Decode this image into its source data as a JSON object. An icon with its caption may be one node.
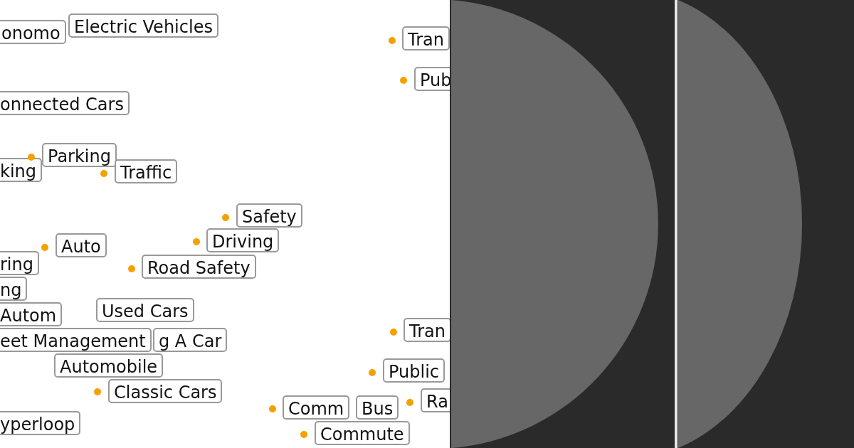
{
  "diagram": {
    "nodes": [
      {
        "text": [
          "onomo"
        ]
      },
      {
        "text": [
          "Electric Vehicles"
        ]
      },
      {
        "text": [
          "Tran"
        ]
      },
      {
        "text": [
          "Pub"
        ]
      },
      {
        "text": [
          "onnected Cars"
        ]
      },
      {
        "text": [
          "king"
        ]
      },
      {
        "text": [
          "Parking"
        ]
      },
      {
        "text": [
          "Traffic"
        ]
      },
      {
        "text": [
          "Safety"
        ]
      },
      {
        "text": [
          "Auto"
        ]
      },
      {
        "text": [
          "Driving"
        ]
      },
      {
        "text": [
          "Road Safety"
        ]
      },
      {
        "text": [
          "ring"
        ]
      },
      {
        "text": [
          "ng"
        ]
      },
      {
        "text": [
          "Autom"
        ]
      },
      {
        "text": [
          "Used Cars"
        ]
      },
      {
        "text": [
          "eet Management"
        ]
      },
      {
        "text": [
          "g A Car"
        ]
      },
      {
        "text": [
          "Automobile"
        ]
      },
      {
        "text": [
          "Classic Cars"
        ]
      },
      {
        "text": [
          "yperloop"
        ]
      },
      {
        "text": [
          "Tran"
        ]
      },
      {
        "text": [
          "Public"
        ]
      },
      {
        "text": [
          "Ra"
        ]
      },
      {
        "text": [
          "Comm"
        ]
      },
      {
        "text": [
          "Bus"
        ]
      },
      {
        "text": [
          "Commute"
        ]
      }
    ]
  }
}
